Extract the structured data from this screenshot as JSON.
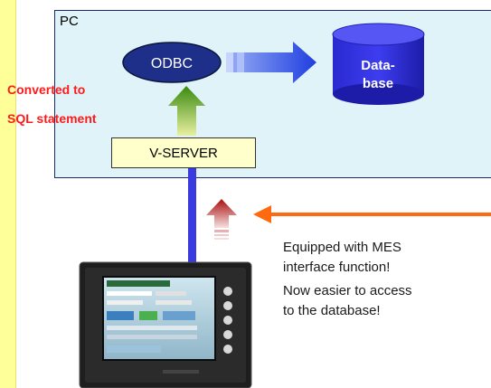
{
  "pc": {
    "label": "PC"
  },
  "odbc": {
    "label": "ODBC"
  },
  "database": {
    "line1": "Data-",
    "line2": "base"
  },
  "vserver": {
    "label": "V-SERVER"
  },
  "conversion": {
    "line1": "Converted to",
    "line2": "SQL statement"
  },
  "notes": {
    "line1": "Equipped with MES",
    "line2": "interface function!",
    "line3": "Now easier to access",
    "line4": "to the database!"
  },
  "colors": {
    "pc_bg": "#dff3f8",
    "odbc_fill": "#1e2f8a",
    "database_fill": "#2e2ee0",
    "vserver_bg": "#ffffcc",
    "red_text": "#ff1a1a",
    "orange_arrow": "#ff6a10",
    "stripe": "#ffff99"
  }
}
